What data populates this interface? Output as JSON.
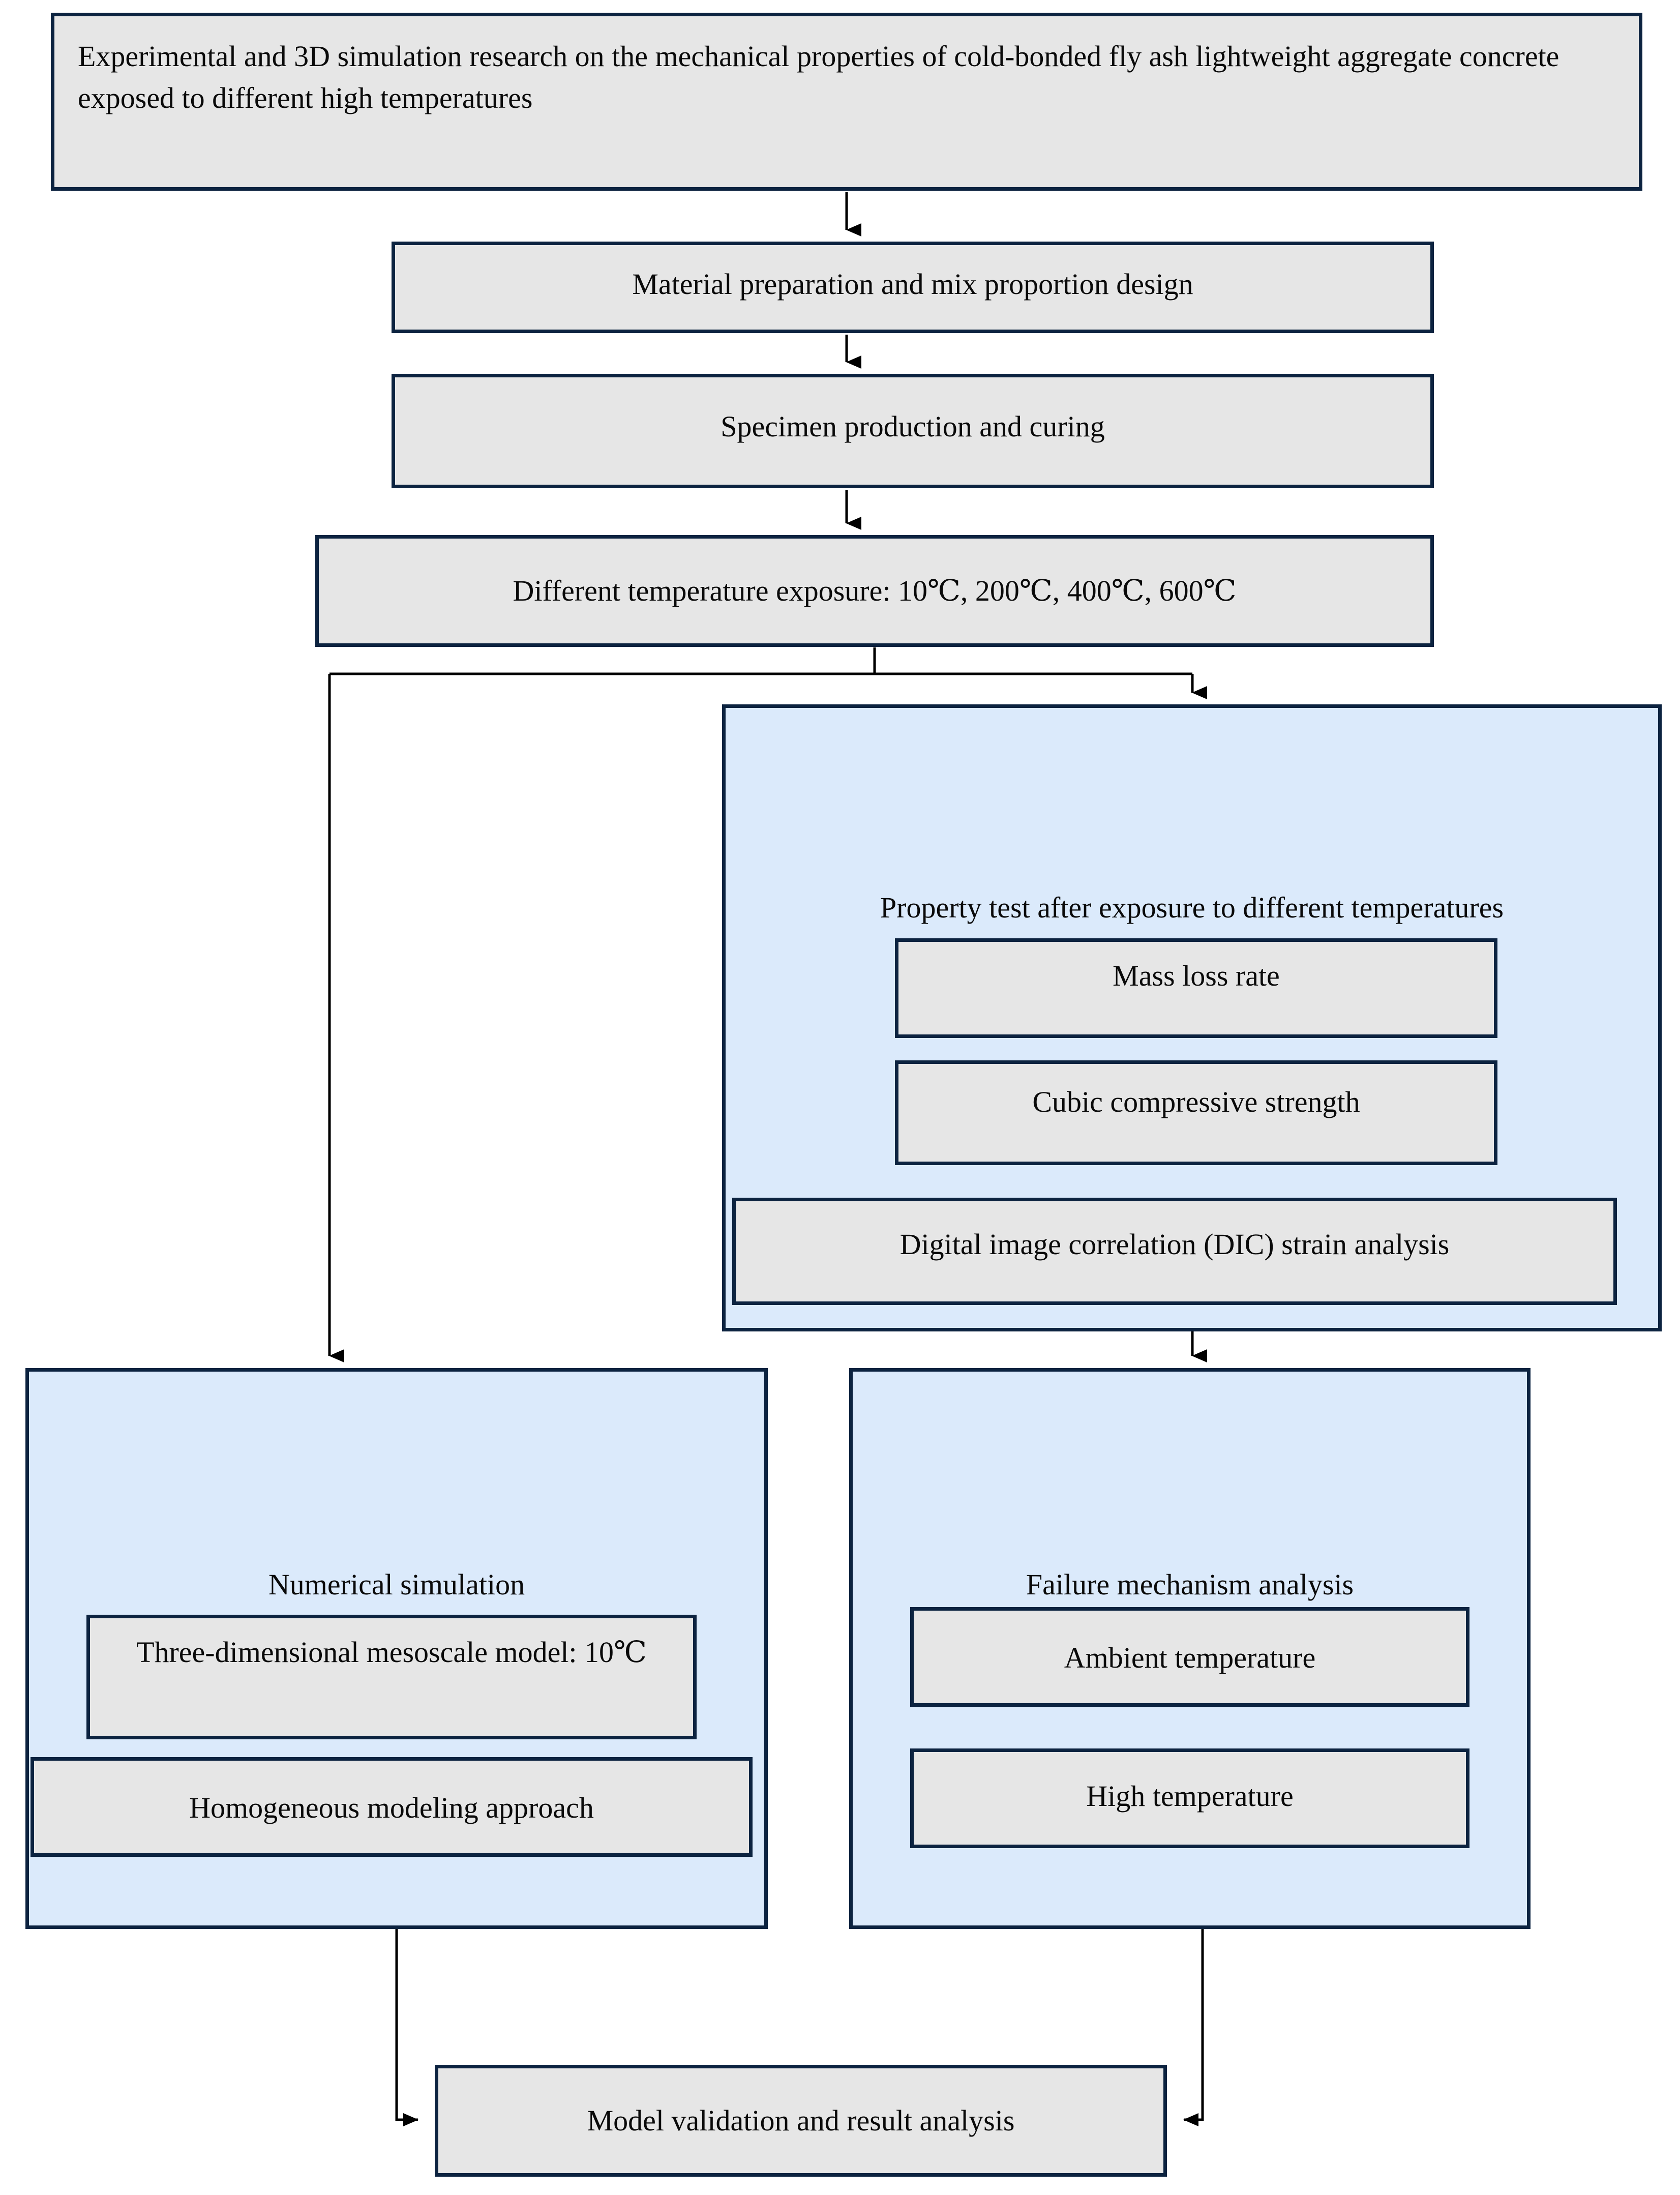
{
  "diagram": {
    "type": "flowchart",
    "title_node": {
      "id": "research-title",
      "label": "Experimental and 3D simulation research on the mechanical properties of cold-bonded fly ash lightweight aggregate concrete exposed to different high temperatures"
    },
    "steps": [
      {
        "id": "material-preparation",
        "label": "Material preparation and mix proportion design"
      },
      {
        "id": "specimen-production",
        "label": "Specimen production and curing"
      },
      {
        "id": "temperature-exposure",
        "label": "Different temperature exposure: 10℃, 200℃, 400℃, 600℃"
      }
    ],
    "temperatures": [
      "10℃",
      "200℃",
      "400℃",
      "600℃"
    ],
    "property_test_panel": {
      "id": "property-test",
      "title": "Property test after exposure to different temperatures",
      "items": [
        {
          "id": "mass-loss-rate",
          "label": "Mass loss rate"
        },
        {
          "id": "cubic-compressive",
          "label": "Cubic compressive strength"
        },
        {
          "id": "dic-strain-analysis",
          "label": "Digital image correlation (DIC) strain analysis"
        }
      ]
    },
    "numerical_simulation_panel": {
      "id": "numerical-simulation",
      "title": "Numerical simulation",
      "items": [
        {
          "id": "mesoscale-model",
          "label": "Three-dimensional mesoscale model: 10℃"
        },
        {
          "id": "homogeneous-modeling",
          "label": "Homogeneous modeling approach"
        }
      ]
    },
    "failure_mechanism_panel": {
      "id": "failure-mechanism",
      "title": "Failure mechanism analysis",
      "items": [
        {
          "id": "ambient-temperature",
          "label": "Ambient temperature"
        },
        {
          "id": "high-temperature",
          "label": "High temperature"
        }
      ]
    },
    "final_node": {
      "id": "model-validation",
      "label": "Model validation and result analysis"
    },
    "colors": {
      "border": "#0c2340",
      "node_fill": "#e6e6e6",
      "panel_fill": "#dbeafb",
      "page_background": "#ffffff",
      "connector": "#000000",
      "text": "#0a0a0a"
    }
  }
}
